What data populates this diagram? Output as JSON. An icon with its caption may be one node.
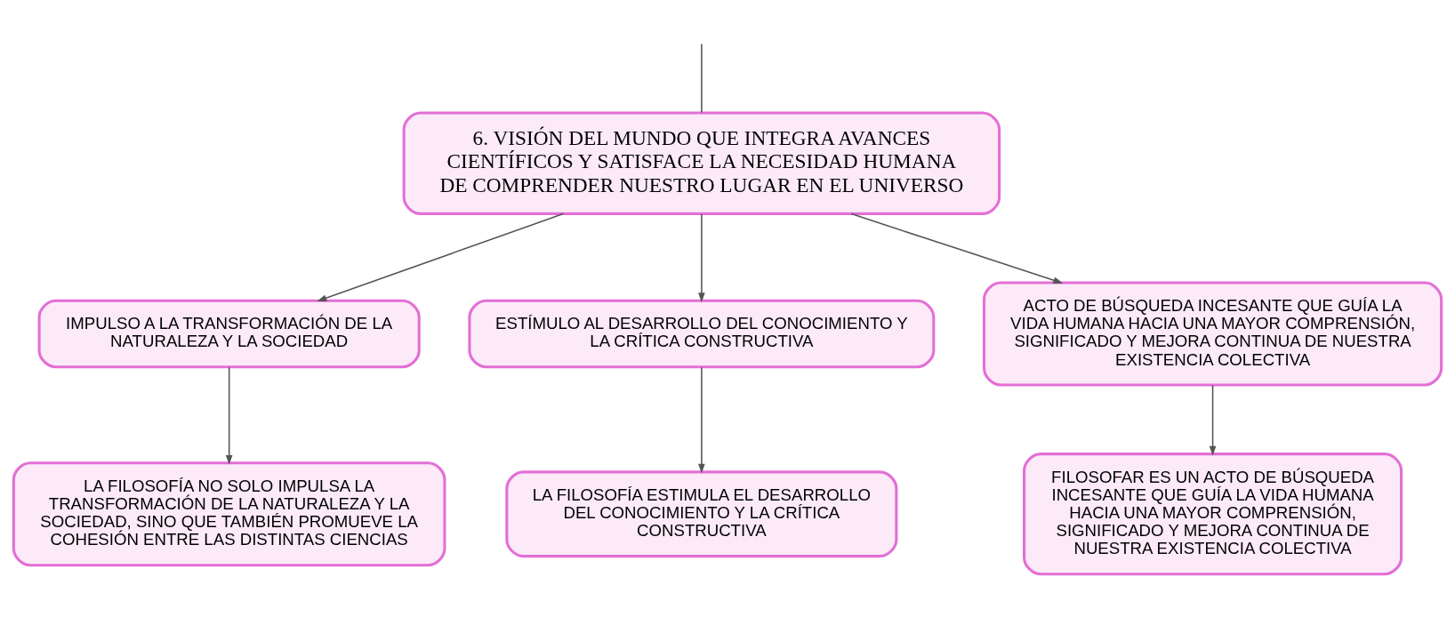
{
  "diagram": {
    "nodes": [
      {
        "text": [
          "6. VISIÓN DEL MUNDO QUE INTEGRA AVANCES CIENTÍFICOS Y SATISFACE LA NECESIDAD HUMANA DE COMPRENDER NUESTRO LUGAR EN EL UNIVERSO"
        ]
      },
      {
        "text": [
          "IMPULSO A LA TRANSFORMACIÓN DE LA NATURALEZA Y LA SOCIEDAD"
        ]
      },
      {
        "text": [
          "ESTÍMULO AL DESARROLLO DEL CONOCIMIENTO Y LA CRÍTICA CONSTRUCTIVA"
        ]
      },
      {
        "text": [
          "ACTO DE BÚSQUEDA INCESANTE QUE GUÍA LA VIDA HUMANA HACIA UNA MAYOR COMPRENSIÓN, SIGNIFICADO Y MEJORA CONTINUA DE NUESTRA EXISTENCIA COLECTIVA"
        ]
      },
      {
        "text": [
          "LA FILOSOFÍA NO SOLO IMPULSA LA TRANSFORMACIÓN DE LA NATURALEZA Y LA SOCIEDAD, SINO QUE TAMBIÉN PROMUEVE LA COHESIÓN ENTRE LAS DISTINTAS CIENCIAS"
        ]
      },
      {
        "text": [
          "LA FILOSOFÍA ESTIMULA EL DESARROLLO DEL CONOCIMIENTO Y LA CRÍTICA CONSTRUCTIVA"
        ]
      },
      {
        "text": [
          "FILOSOFAR ES UN ACTO DE BÚSQUEDA INCESANTE QUE GUÍA LA VIDA HUMANA HACIA UNA MAYOR COMPRENSIÓN, SIGNIFICADO Y MEJORA CONTINUA DE NUESTRA EXISTENCIA COLECTIVA"
        ]
      }
    ],
    "edges": [
      {
        "from": null,
        "to": 0,
        "arrow": "none"
      },
      {
        "from": 0,
        "to": 1,
        "arrow": "to"
      },
      {
        "from": 0,
        "to": 2,
        "arrow": "to"
      },
      {
        "from": 0,
        "to": 3,
        "arrow": "to"
      },
      {
        "from": 1,
        "to": 4,
        "arrow": "to"
      },
      {
        "from": 2,
        "to": 5,
        "arrow": "to"
      },
      {
        "from": 3,
        "to": 6,
        "arrow": "to"
      }
    ]
  }
}
